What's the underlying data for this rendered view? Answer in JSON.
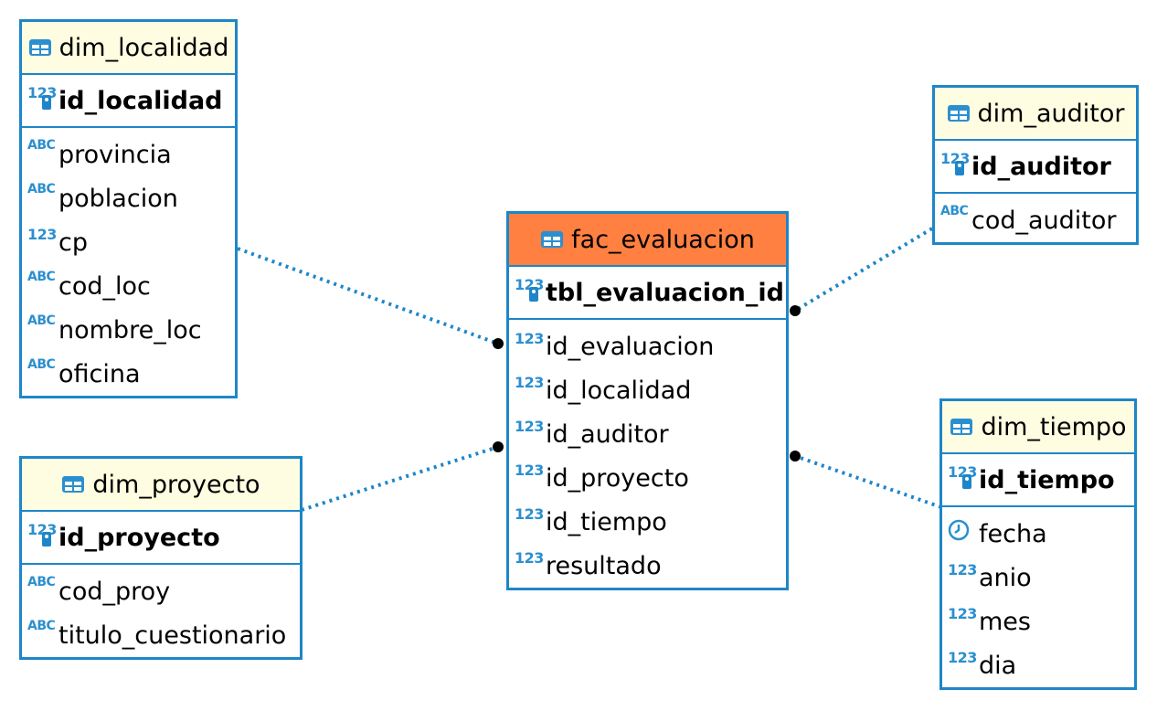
{
  "entities": {
    "dim_localidad": {
      "name": "dim_localidad",
      "pk": {
        "type": "123",
        "name": "id_localidad"
      },
      "columns": [
        {
          "type": "ABC",
          "name": "provincia"
        },
        {
          "type": "ABC",
          "name": "poblacion"
        },
        {
          "type": "123",
          "name": "cp"
        },
        {
          "type": "ABC",
          "name": "cod_loc"
        },
        {
          "type": "ABC",
          "name": "nombre_loc"
        },
        {
          "type": "ABC",
          "name": "oficina"
        }
      ]
    },
    "dim_proyecto": {
      "name": "dim_proyecto",
      "pk": {
        "type": "123",
        "name": "id_proyecto"
      },
      "columns": [
        {
          "type": "ABC",
          "name": "cod_proy"
        },
        {
          "type": "ABC",
          "name": "titulo_cuestionario"
        }
      ]
    },
    "fac_evaluacion": {
      "name": "fac_evaluacion",
      "pk": {
        "type": "123",
        "name": "tbl_evaluacion_id"
      },
      "columns": [
        {
          "type": "123",
          "name": "id_evaluacion"
        },
        {
          "type": "123",
          "name": "id_localidad"
        },
        {
          "type": "123",
          "name": "id_auditor"
        },
        {
          "type": "123",
          "name": "id_proyecto"
        },
        {
          "type": "123",
          "name": "id_tiempo"
        },
        {
          "type": "123",
          "name": "resultado"
        }
      ]
    },
    "dim_auditor": {
      "name": "dim_auditor",
      "pk": {
        "type": "123",
        "name": "id_auditor"
      },
      "columns": [
        {
          "type": "ABC",
          "name": "cod_auditor"
        }
      ]
    },
    "dim_tiempo": {
      "name": "dim_tiempo",
      "pk": {
        "type": "123",
        "name": "id_tiempo"
      },
      "columns": [
        {
          "type": "clock",
          "name": "fecha"
        },
        {
          "type": "123",
          "name": "anio"
        },
        {
          "type": "123",
          "name": "mes"
        },
        {
          "type": "123",
          "name": "dia"
        }
      ]
    }
  },
  "relationships": [
    {
      "from": "dim_localidad",
      "to": "fac_evaluacion"
    },
    {
      "from": "dim_proyecto",
      "to": "fac_evaluacion"
    },
    {
      "from": "dim_auditor",
      "to": "fac_evaluacion"
    },
    {
      "from": "dim_tiempo",
      "to": "fac_evaluacion"
    }
  ],
  "colors": {
    "border": "#1e86c8",
    "dimension_header": "#fffde1",
    "fact_header": "#ff8040",
    "link": "#1e86c8"
  },
  "icons": {
    "table": "table-icon",
    "numeric": "numeric-type-icon",
    "text": "text-type-icon",
    "key": "primary-key-icon",
    "datetime": "clock-icon"
  }
}
